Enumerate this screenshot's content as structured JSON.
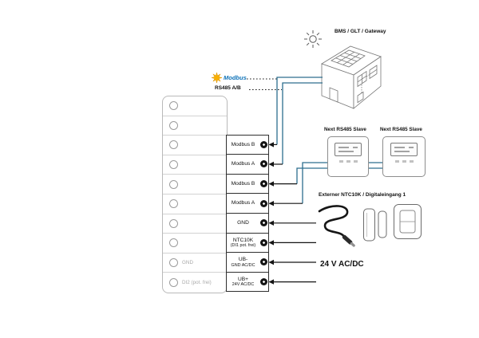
{
  "colors": {
    "wire": "#2d6e8e",
    "stub": "#141414",
    "modbus_star": "#f9b000",
    "modbus_text": "#0e72b8"
  },
  "labels": {
    "bms_gateway": "BMS / GLT / Gateway",
    "modbus": "Modbus",
    "rs485": "RS485 A/B",
    "slave_left": "Next RS485 Slave",
    "slave_right": "Next RS485 Slave",
    "external_input": "Externer NTC10K / Digitaleingang 1",
    "power": "24 V AC/DC"
  },
  "terminal_block": {
    "left_rows": [
      {
        "label": ""
      },
      {
        "label": ""
      },
      {
        "label": ""
      },
      {
        "label": ""
      },
      {
        "label": ""
      },
      {
        "label": ""
      },
      {
        "label": ""
      },
      {
        "label": ""
      },
      {
        "label": "GND"
      },
      {
        "label": "DI2 (pot. frei)"
      }
    ],
    "right_rows": [
      {
        "label": "Modbus B",
        "sub": ""
      },
      {
        "label": "Modbus A",
        "sub": ""
      },
      {
        "label": "Modbus B",
        "sub": ""
      },
      {
        "label": "Modbus A",
        "sub": ""
      },
      {
        "label": "GND",
        "sub": ""
      },
      {
        "label": "NTC10K",
        "sub": "(DI1 pot. frei)"
      },
      {
        "label": "UB-",
        "sub": "GND AC/DC"
      },
      {
        "label": "UB+",
        "sub": "24V AC/DC"
      }
    ]
  }
}
